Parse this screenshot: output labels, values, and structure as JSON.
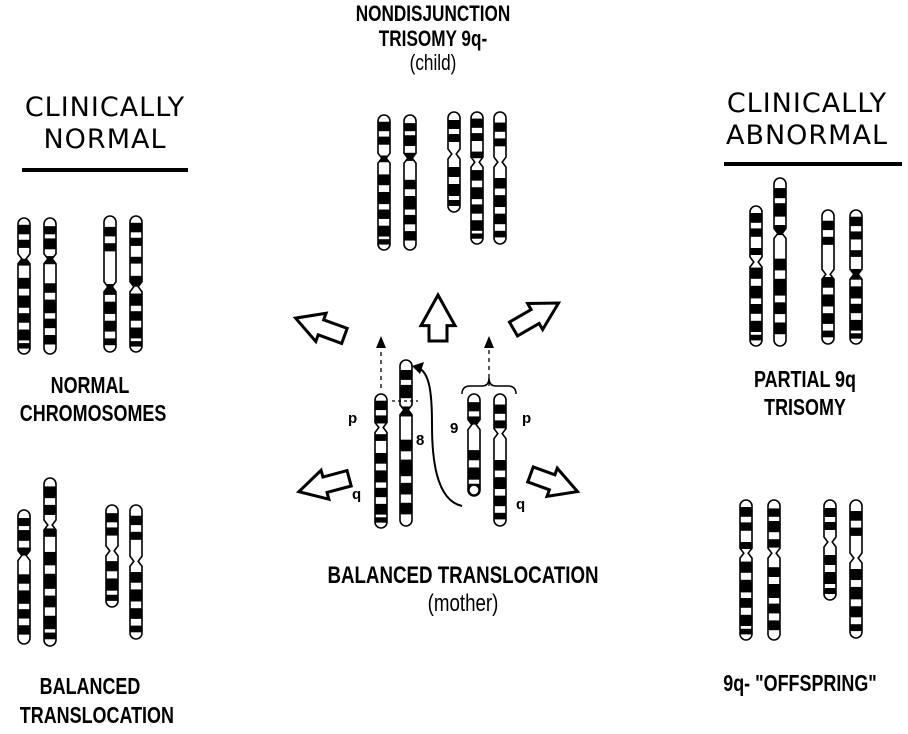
{
  "headings": {
    "left": [
      "CLINICALLY",
      "NORMAL"
    ],
    "right": [
      "CLINICALLY",
      "ABNORMAL"
    ]
  },
  "top_center": {
    "line1": "NONDISJUNCTION",
    "line2": "TRISOMY 9q-",
    "line3": "(child)"
  },
  "center_bottom": {
    "line1": "BALANCED TRANSLOCATION",
    "line2": "(mother)"
  },
  "left_groups": {
    "normal": [
      "NORMAL",
      "CHROMOSOMES"
    ],
    "balanced": [
      "BALANCED",
      "TRANSLOCATION"
    ]
  },
  "right_groups": {
    "partial": [
      "PARTIAL 9q",
      "TRISOMY"
    ],
    "offspring": "9q- \"OFFSPRING\""
  },
  "arm_labels": {
    "p_left": "p",
    "q_left": "q",
    "chrom_8": "8",
    "chrom_9": "9",
    "p_right": "p",
    "q_right": "q"
  },
  "colors": {
    "ink": "#000000",
    "paper": "#ffffff"
  }
}
